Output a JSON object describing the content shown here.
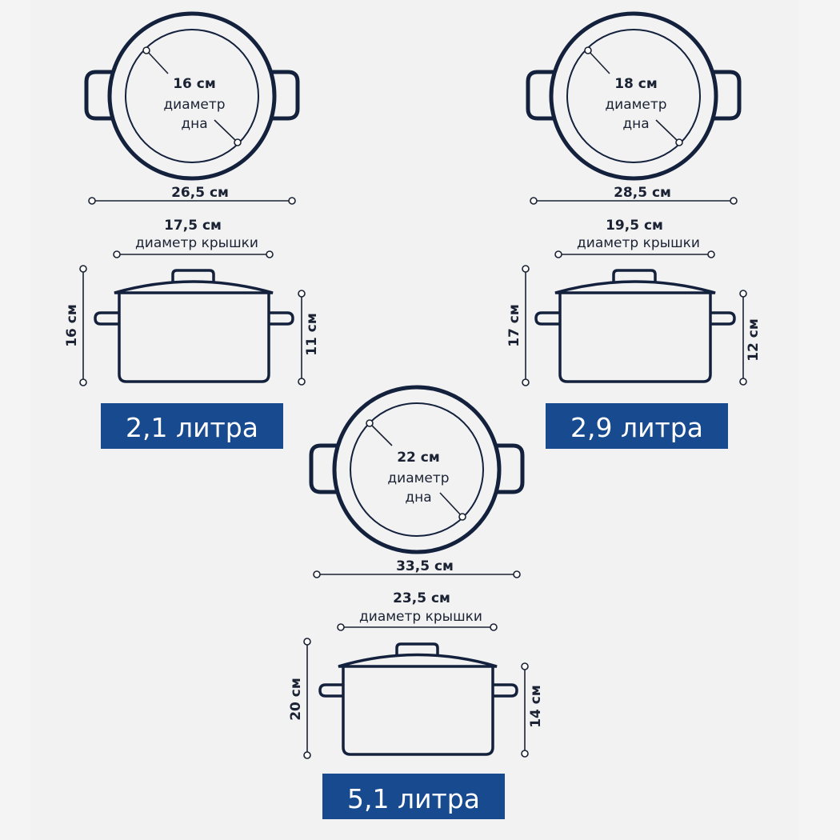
{
  "colors": {
    "ink": "#14213d",
    "badge": "#174a8f",
    "background": "#f2f2f2"
  },
  "pots": [
    {
      "base_diameter": "16 см",
      "base_label_line1": "диаметр",
      "base_label_line2": "дна",
      "outer_width": "26,5 см",
      "lid_diameter": "17,5 см",
      "lid_label": "диаметр крышки",
      "total_height": "16 см",
      "body_height": "11 см",
      "volume": "2,1 литра"
    },
    {
      "base_diameter": "18 см",
      "base_label_line1": "диаметр",
      "base_label_line2": "дна",
      "outer_width": "28,5 см",
      "lid_diameter": "19,5 см",
      "lid_label": "диаметр крышки",
      "total_height": "17 см",
      "body_height": "12 см",
      "volume": "2,9 литра"
    },
    {
      "base_diameter": "22 см",
      "base_label_line1": "диаметр",
      "base_label_line2": "дна",
      "outer_width": "33,5 см",
      "lid_diameter": "23,5 см",
      "lid_label": "диаметр крышки",
      "total_height": "20 см",
      "body_height": "14 см",
      "volume": "5,1 литра"
    }
  ]
}
